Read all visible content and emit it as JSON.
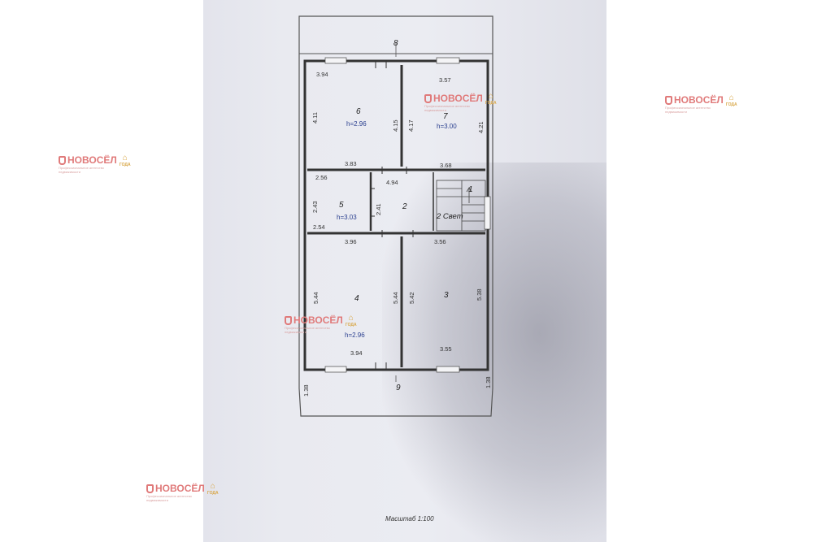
{
  "plan": {
    "rooms": [
      {
        "id": "6",
        "height": "h=2.96"
      },
      {
        "id": "7",
        "height": "h=3.00"
      },
      {
        "id": "5",
        "height": "h=3.03"
      },
      {
        "id": "2",
        "height": ""
      },
      {
        "id": "1",
        "height": ""
      },
      {
        "id": "4",
        "height": "h=2.96"
      },
      {
        "id": "3",
        "height": ""
      }
    ],
    "light_label": "2 Свет",
    "balconies": {
      "top": "8",
      "bottom": "9"
    },
    "dimensions": {
      "r6_top": "3.94",
      "r6_left": "4.11",
      "r6_right": "4.15",
      "r6_bottom": "3.83",
      "r7_top": "3.57",
      "r7_left": "4.17",
      "r7_right": "4.21",
      "r7_bottom": "3.68",
      "r5_top": "2.56",
      "r5_left": "2.43",
      "r5_bottom": "2.54",
      "r2_top": "4.94",
      "r2_left": "2.41",
      "r4_top": "3.96",
      "r4_left": "5.44",
      "r4_right": "5.44",
      "r4_bottom": "3.94",
      "r3_top": "3.56",
      "r3_left": "5.42",
      "r3_right": "5.38",
      "r3_bottom": "3.55",
      "b9_left": "1.38",
      "b9_right": "1.38"
    },
    "scale": "Масштаб 1:100"
  },
  "watermark": {
    "brand": "НОВОСЁЛ",
    "subtitle": "Профессиональное агентство недвижимости",
    "badge": "ГОДА"
  }
}
